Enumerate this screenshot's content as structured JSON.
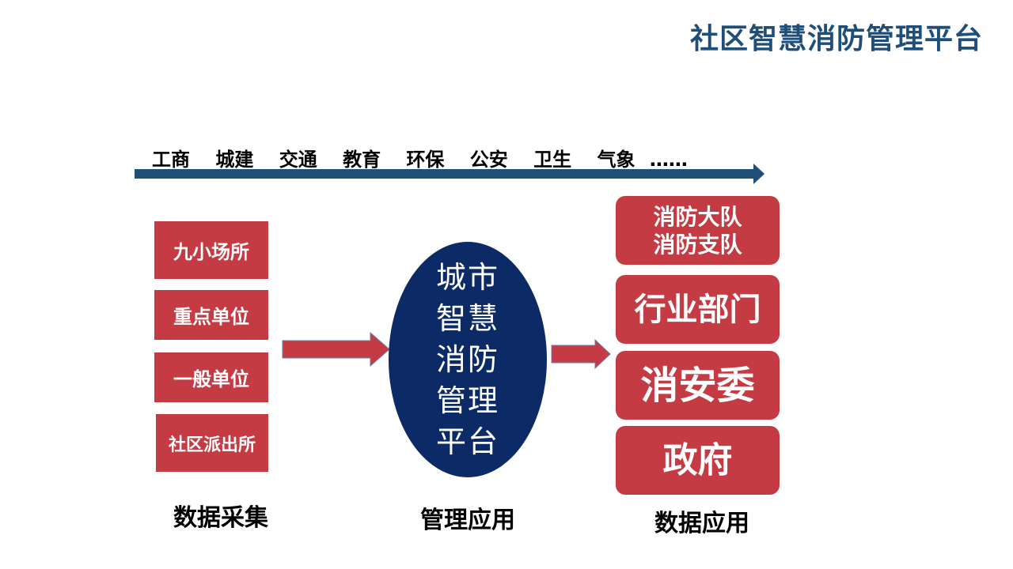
{
  "title": "社区智慧消防管理平台",
  "sectors": [
    "工商",
    "城建",
    "交通",
    "教育",
    "环保",
    "公安",
    "卫生",
    "气象"
  ],
  "sectors_more": "……",
  "collection": {
    "items": [
      "九小场所",
      "重点单位",
      "一般单位",
      "社区派出所"
    ],
    "caption": "数据采集"
  },
  "platform": {
    "text": "城市智慧消防管理平台",
    "caption": "管理应用"
  },
  "application": {
    "items": [
      {
        "line1": "消防大队",
        "line2": "消防支队"
      },
      {
        "line1": "行业部门"
      },
      {
        "line1": "消安委"
      },
      {
        "line1": "政府"
      }
    ],
    "caption": "数据应用"
  },
  "colors": {
    "title": "#1f4e79",
    "box_red": "#c43b44",
    "ellipse_navy": "#0b2a66",
    "timeline_arrow": "#1f4e79"
  }
}
